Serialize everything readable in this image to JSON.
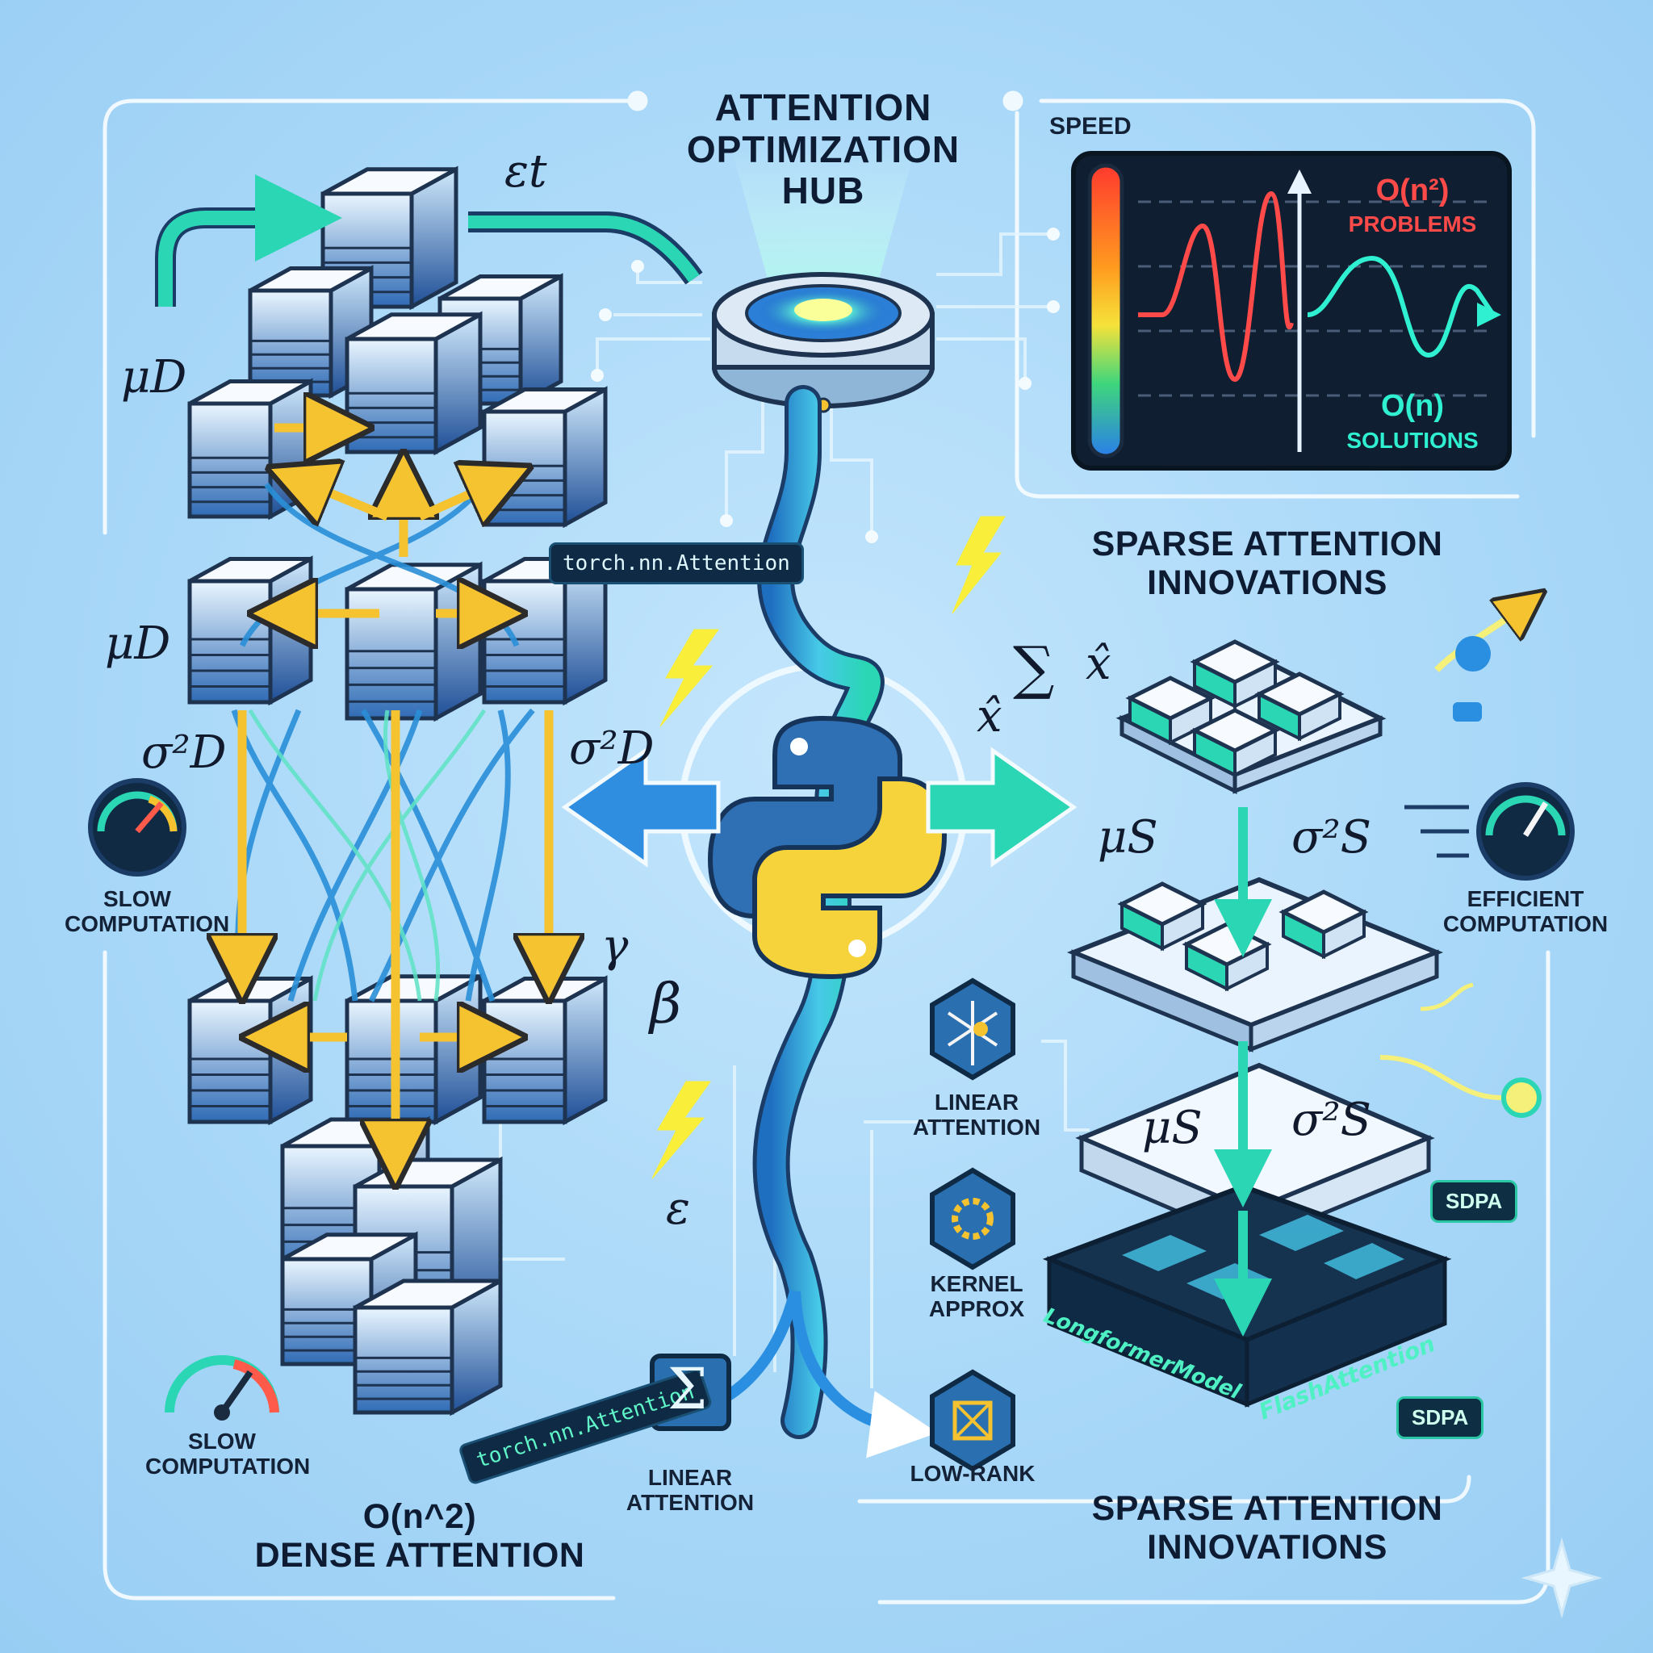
{
  "hub": {
    "title_line1": "ATTENTION",
    "title_line2": "OPTIMIZATION",
    "title_line3": "HUB"
  },
  "speed_panel": {
    "label": "SPEED",
    "problems_line1": "O(n²)",
    "problems_line2": "PROBLEMS",
    "solutions_line1": "O(n)",
    "solutions_line2": "SOLUTIONS",
    "problem_color": "#ff4a4a",
    "solution_color": "#2ff0d0"
  },
  "sparse_top": {
    "line1": "SPARSE ATTENTION",
    "line2": "INNOVATIONS"
  },
  "sparse_bottom": {
    "line1": "SPARSE ATTENTION",
    "line2": "INNOVATIONS"
  },
  "dense": {
    "line1": "O(n^2)",
    "line2": "DENSE ATTENTION"
  },
  "gauges": {
    "slow_top_line1": "SLOW",
    "slow_top_line2": "COMPUTATION",
    "slow_bottom_line1": "SLOW",
    "slow_bottom_line2": "COMPUTATION",
    "efficient_line1": "EFFICIENT",
    "efficient_line2": "COMPUTATION"
  },
  "methods": {
    "linear_right_line1": "LINEAR",
    "linear_right_line2": "ATTENTION",
    "kernel_line1": "KERNEL",
    "kernel_line2": "APPROX",
    "lowrank": "LOW-RANK",
    "linear_bottom_line1": "LINEAR",
    "linear_bottom_line2": "ATTENTION"
  },
  "code_chips": {
    "top": "torch.nn.Attention",
    "bottom": "torch.nn.Attention"
  },
  "badges": {
    "sdpa_top": "SDPA",
    "sdpa_bottom": "SDPA"
  },
  "platform": {
    "left_text": "LongformerModel",
    "right_text": "FlashAttention"
  },
  "symbols": {
    "eps_t": "εt",
    "mu_d1": "μD",
    "mu_d2": "μD",
    "sig_d_left": "σ²D",
    "sig_d_right": "σ²D",
    "gamma": "γ",
    "beta": "β",
    "eps": "ε",
    "xhat1": "x̂",
    "sum": "∑",
    "xhat2": "x̂",
    "mu_s1": "μS",
    "sig_s1": "σ²S",
    "mu_s2": "μS",
    "sig_s2": "σ²S",
    "sigma_icon": "Σ"
  },
  "colors": {
    "background": "#a9d8f8",
    "accent_teal": "#2ad6b4",
    "accent_blue": "#2a7fd0",
    "arrow_yellow": "#f5c230",
    "dark": "#0f2a44"
  }
}
